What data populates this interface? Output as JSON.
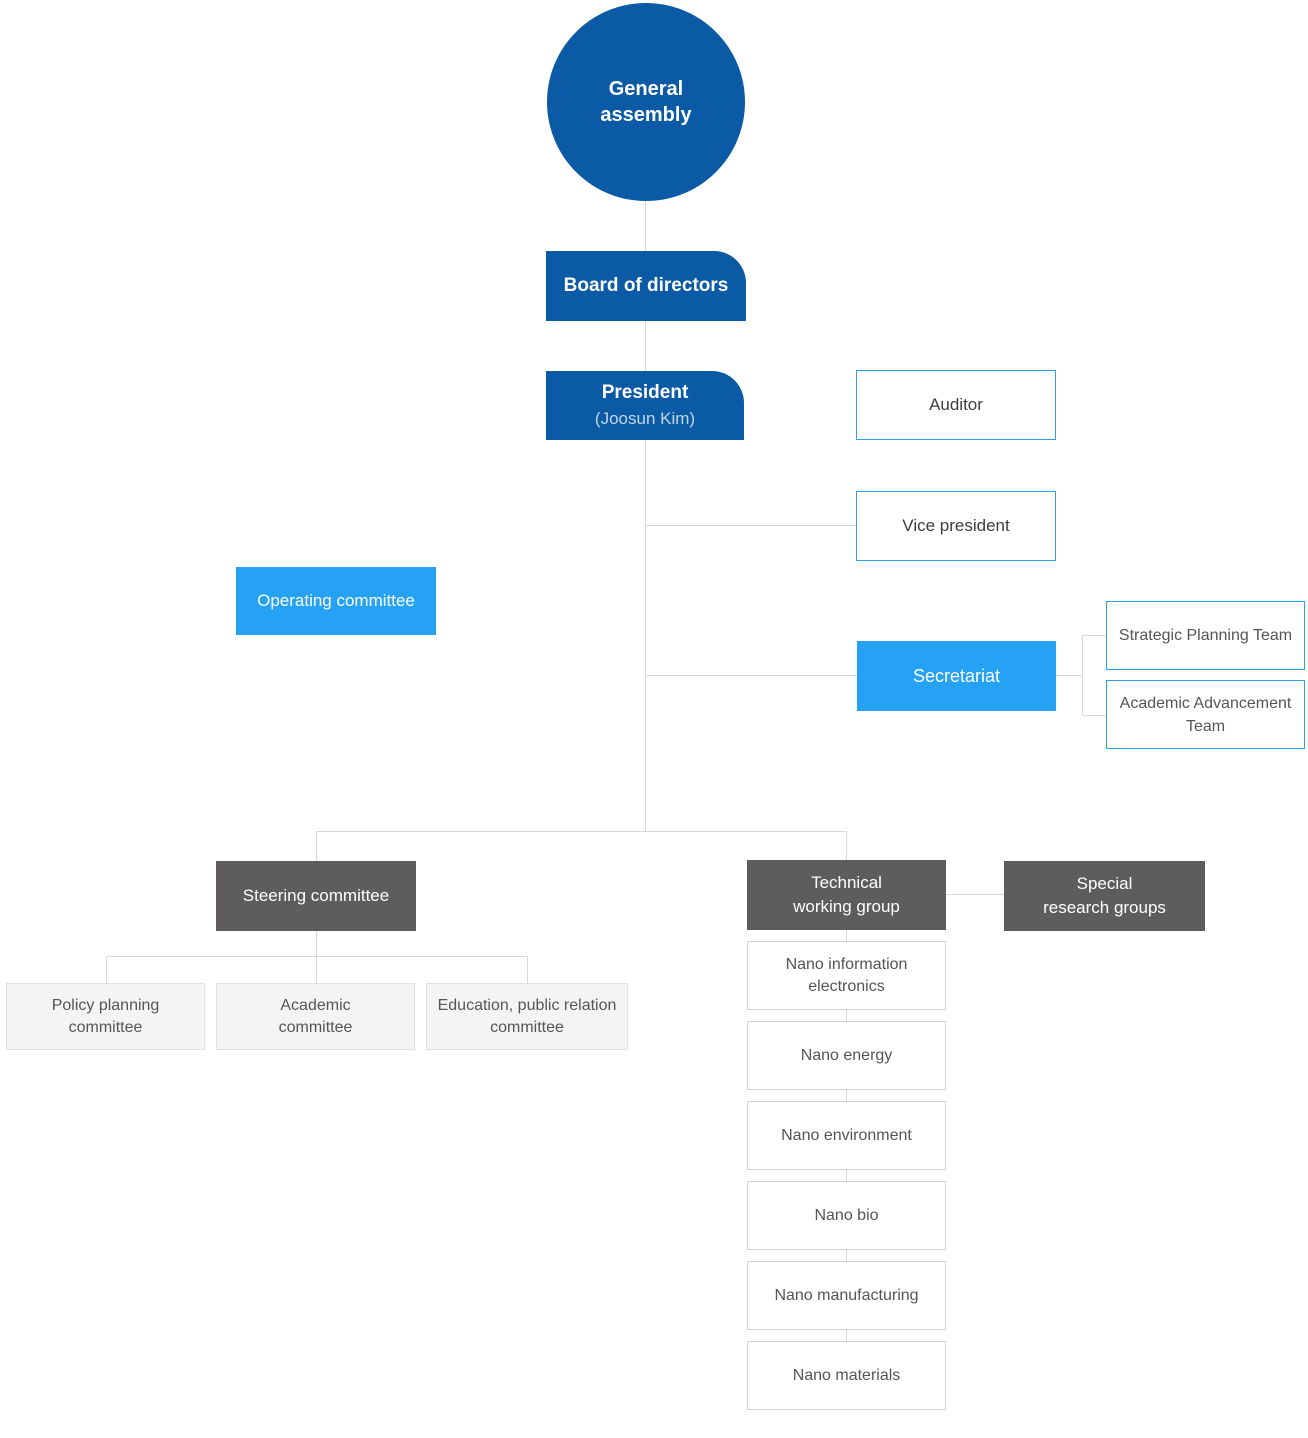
{
  "palette": {
    "dark_blue": "#0b5aa5",
    "light_blue": "#26a2f4",
    "border_blue": "#2d9fe8",
    "dark_gray": "#5e5c5c",
    "line_gray": "#d8d8d8"
  },
  "nodes": {
    "general_assembly": {
      "line1": "General",
      "line2": "assembly"
    },
    "board_of_directors": {
      "label": "Board of directors"
    },
    "president": {
      "title": "President",
      "subtitle": "(Joosun Kim)"
    },
    "auditor": {
      "label": "Auditor"
    },
    "vice_president": {
      "label": "Vice president"
    },
    "operating_committee": {
      "label": "Operating committee"
    },
    "secretariat": {
      "label": "Secretariat"
    },
    "strategic_planning_team": {
      "label": "Strategic Planning Team"
    },
    "academic_advancement_team": {
      "label": "Academic Advancement Team"
    },
    "steering_committee": {
      "label": "Steering committee"
    },
    "policy_planning_committee": {
      "line1": "Policy planning",
      "line2": "committee"
    },
    "academic_committee": {
      "line1": "Academic",
      "line2": "committee"
    },
    "education_pr_committee": {
      "line1": "Education, public relation",
      "line2": "committee"
    },
    "technical_working_group": {
      "line1": "Technical",
      "line2": "working group"
    },
    "special_research_groups": {
      "line1": "Special",
      "line2": "research groups"
    },
    "nano_groups": [
      "Nano information electronics",
      "Nano energy",
      "Nano environment",
      "Nano bio",
      "Nano manufacturing",
      "Nano materials"
    ]
  }
}
